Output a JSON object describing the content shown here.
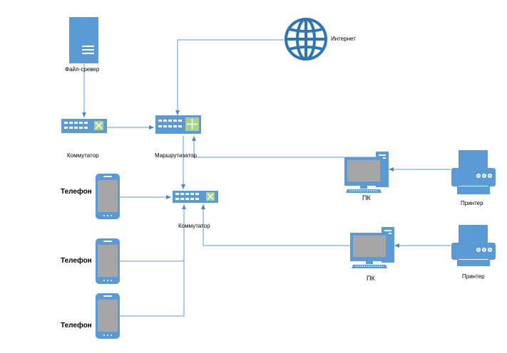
{
  "diagram": {
    "colors": {
      "device": "#5b9bd5",
      "device_dark": "#2e75b6",
      "link": "#5b9bd5",
      "screen": "#a6a6a6",
      "router_green": "#a9d18e",
      "text": "#000000"
    },
    "nodes": {
      "file_server": {
        "label": "Файл-сревер",
        "icon": "server-icon"
      },
      "internet": {
        "label": "Интернет",
        "icon": "globe-icon"
      },
      "switch_top": {
        "label": "Коммутатор",
        "icon": "switch-icon"
      },
      "router": {
        "label": "Маршрутизатор",
        "icon": "router-icon"
      },
      "switch_mid": {
        "label": "Коммутатор",
        "icon": "switch-icon"
      },
      "phone_1": {
        "label": "Телефон",
        "icon": "phone-icon"
      },
      "phone_2": {
        "label": "Телефон",
        "icon": "phone-icon"
      },
      "phone_3": {
        "label": "Телефон",
        "icon": "phone-icon"
      },
      "pc_1": {
        "label": "ПК",
        "icon": "computer-icon"
      },
      "pc_2": {
        "label": "ПК",
        "icon": "computer-icon"
      },
      "printer_1": {
        "label": "Принтер",
        "icon": "printer-icon"
      },
      "printer_2": {
        "label": "Принтер",
        "icon": "printer-icon"
      }
    }
  }
}
